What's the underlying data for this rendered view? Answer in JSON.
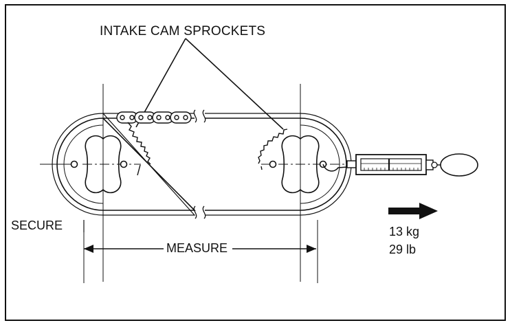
{
  "diagram": {
    "title_label": "INTAKE CAM SPROCKETS",
    "secure_label": "SECURE",
    "measure_label": "MEASURE",
    "force": {
      "kg_label": "13 kg",
      "lb_label": "29 lb"
    }
  }
}
